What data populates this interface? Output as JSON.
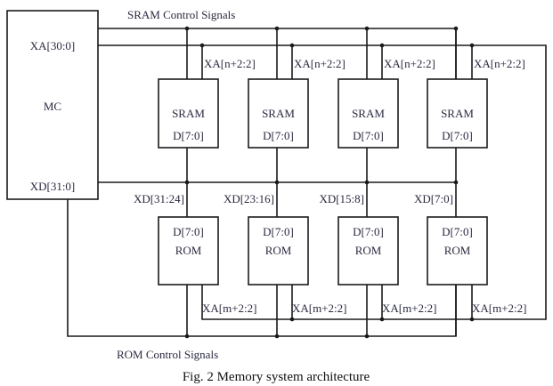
{
  "diagram": {
    "mc": {
      "title": "MC",
      "address_port": "XA[30:0]",
      "data_port": "XD[31:0]"
    },
    "buses": {
      "sram_control": "SRAM Control Signals",
      "rom_control": "ROM Control Signals"
    },
    "sram_chips": [
      {
        "name": "SRAM",
        "data": "D[7:0]",
        "address": "XA[n+2:2]"
      },
      {
        "name": "SRAM",
        "data": "D[7:0]",
        "address": "XA[n+2:2]"
      },
      {
        "name": "SRAM",
        "data": "D[7:0]",
        "address": "XA[n+2:2]"
      },
      {
        "name": "SRAM",
        "data": "D[7:0]",
        "address": "XA[n+2:2]"
      }
    ],
    "data_slices": [
      "XD[31:24]",
      "XD[23:16]",
      "XD[15:8]",
      "XD[7:0]"
    ],
    "rom_chips": [
      {
        "name": "ROM",
        "data": "D[7:0]",
        "address": "XA[m+2:2]"
      },
      {
        "name": "ROM",
        "data": "D[7:0]",
        "address": "XA[m+2:2]"
      },
      {
        "name": "ROM",
        "data": "D[7:0]",
        "address": "XA[m+2:2]"
      },
      {
        "name": "ROM",
        "data": "D[7:0]",
        "address": "XA[m+2:2]"
      }
    ],
    "caption": "Fig. 2 Memory system architecture"
  }
}
